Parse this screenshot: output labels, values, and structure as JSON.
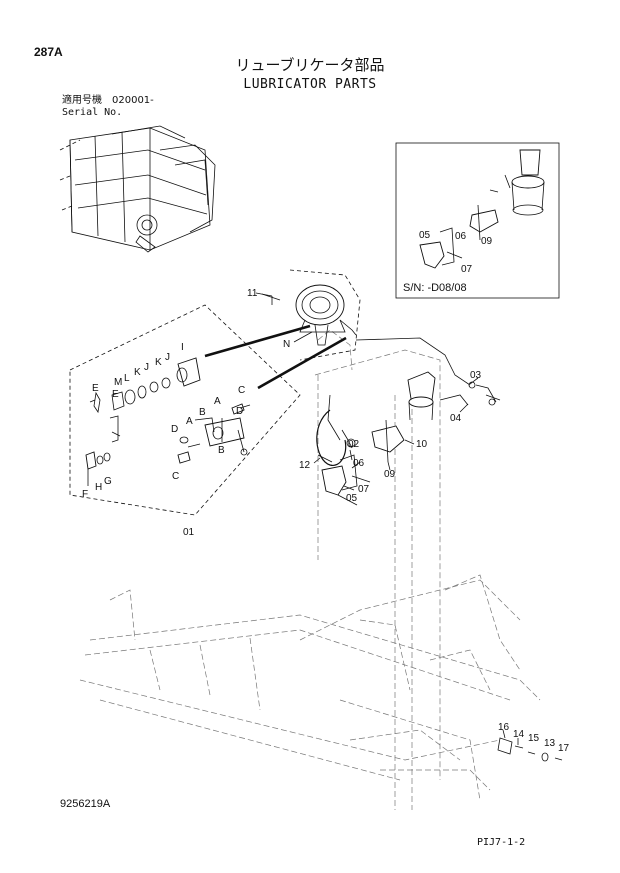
{
  "header": {
    "page_number": "287A",
    "title_jp": "リューブリケータ部品",
    "title_en": "LUBRICATOR PARTS",
    "serial_label_jp": "適用号機　020001-",
    "serial_label_en": "Serial No."
  },
  "inset": {
    "serial_range": "S/N: -D08/08",
    "callouts": [
      "05",
      "06",
      "07",
      "09"
    ]
  },
  "callouts": {
    "c11": "11",
    "cN": "N",
    "c03": "03",
    "c02": "02",
    "c04": "04",
    "c10": "10",
    "c12": "12",
    "c06": "06",
    "c09": "09",
    "c07": "07",
    "c05": "05",
    "c01": "01",
    "cI": "I",
    "cJ1": "J",
    "cK1": "K",
    "cJ2": "J",
    "cK2": "K",
    "cL": "L",
    "cM": "M",
    "cE1": "E",
    "cE2": "E",
    "cB1": "B",
    "cA1": "A",
    "cA2": "A",
    "cC1": "C",
    "cD1": "D",
    "cD2": "D",
    "cB2": "B",
    "cC2": "C",
    "cF": "F",
    "cH": "H",
    "cG": "G",
    "c16": "16",
    "c14": "14",
    "c15": "15",
    "c13": "13",
    "c17": "17"
  },
  "footer": {
    "doc_number": "9256219A",
    "page_ref": "PIJ7-1-2"
  }
}
